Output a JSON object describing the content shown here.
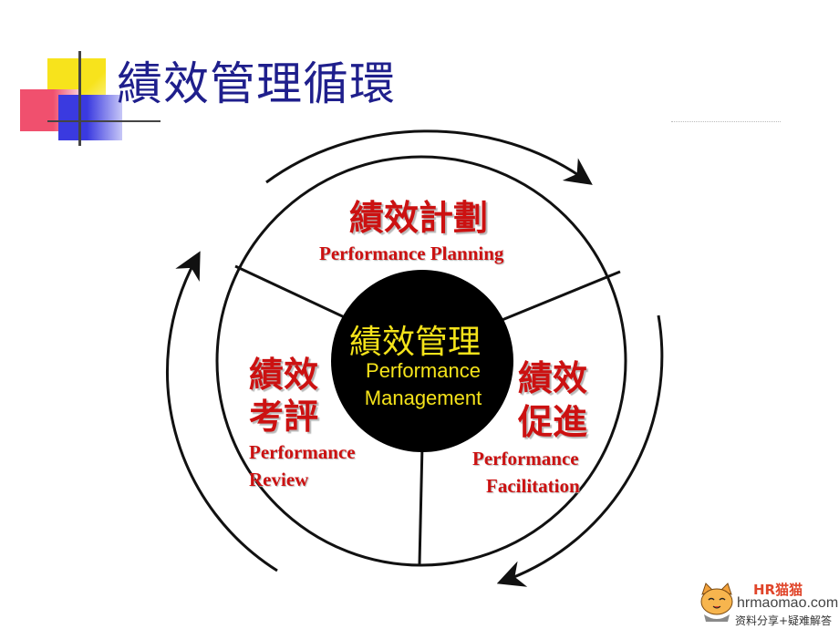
{
  "title": "績效管理循環",
  "center": {
    "zh": "績效管理",
    "en_line1": "Performance",
    "en_line2": "Management"
  },
  "segments": {
    "planning": {
      "zh": "績效計劃",
      "en": "Performance Planning"
    },
    "review": {
      "zh_line1": "績效",
      "zh_line2": "考評",
      "en_line1": "Performance",
      "en_line2": "Review"
    },
    "facilitation": {
      "zh_line1": "績效",
      "zh_line2": "促進",
      "en_line1": "Performance",
      "en_line2": "Facilitation"
    }
  },
  "watermark": {
    "brand": "HR猫猫",
    "site": "hrmaomao.com",
    "tagline": "资料分享+疑难解答"
  },
  "colors": {
    "title": "#1f1f8c",
    "label": "#cc1111",
    "center_text": "#f5e31a",
    "center_fill": "#000000",
    "deco_yellow": "#f7e31c",
    "deco_red": "#f0506e",
    "deco_blue": "#3a3ae0"
  }
}
